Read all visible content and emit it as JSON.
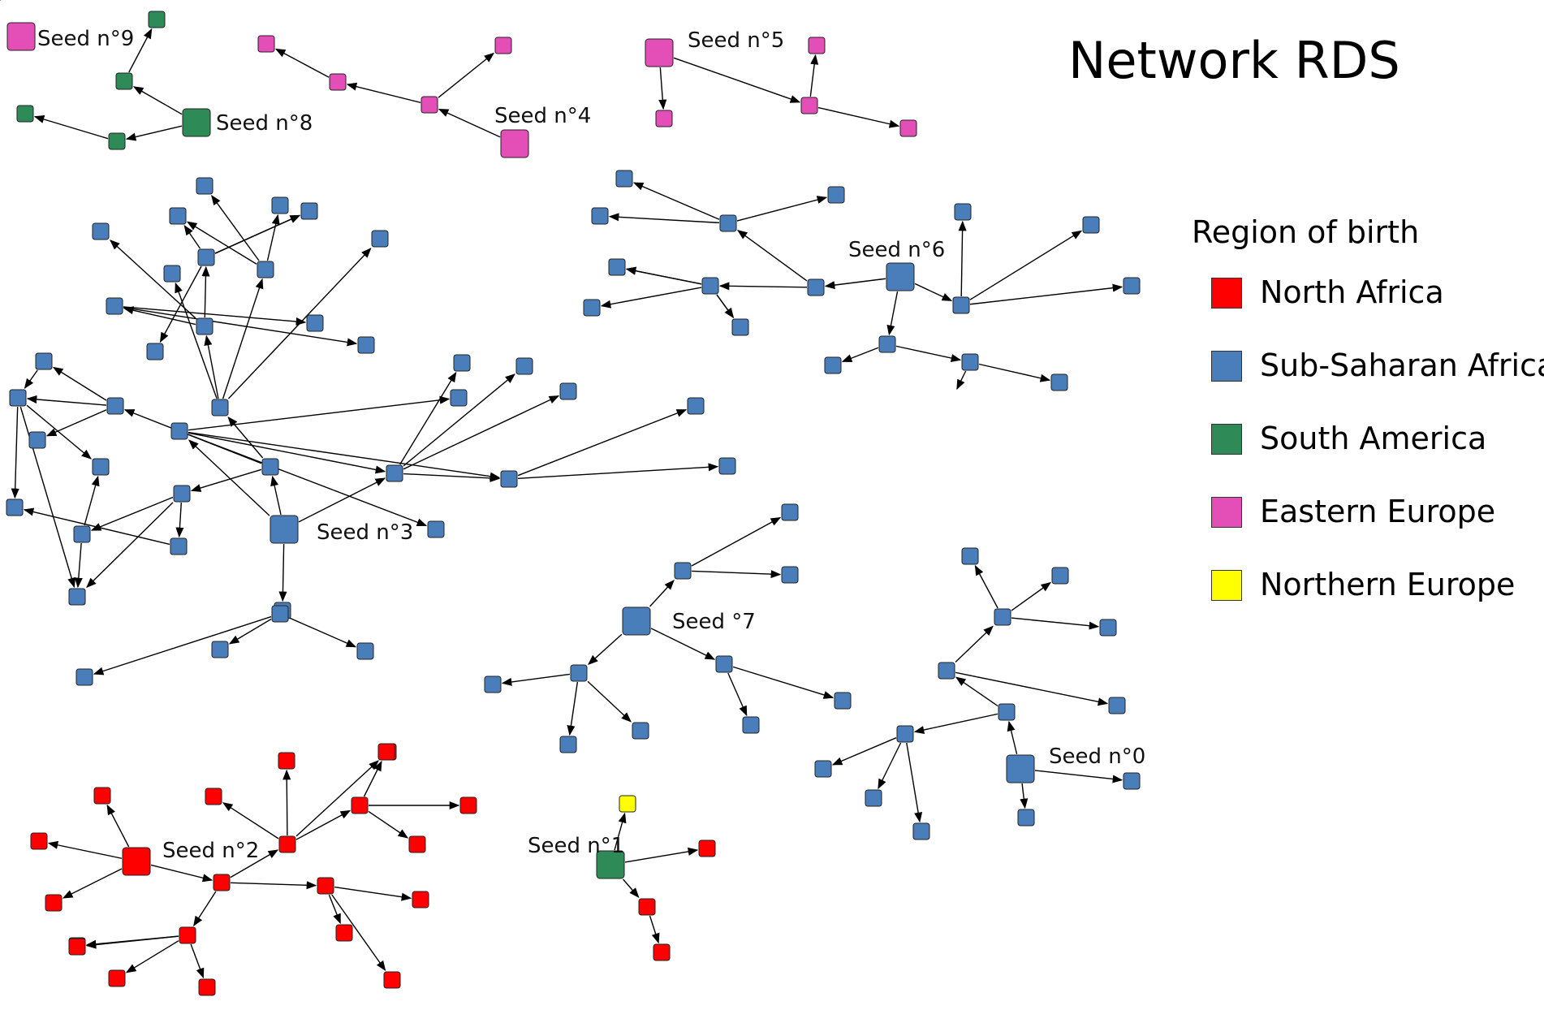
{
  "title": "Network RDS",
  "legend": {
    "title": "Region of birth",
    "items": [
      {
        "key": "NA",
        "label": "North Africa",
        "color": "#ff0000"
      },
      {
        "key": "SSA",
        "label": "Sub-Saharan Africa",
        "color": "#4a7ebb"
      },
      {
        "key": "SAM",
        "label": "South America",
        "color": "#2e8b57"
      },
      {
        "key": "EE",
        "label": "Eastern Europe",
        "color": "#e34fb6"
      },
      {
        "key": "NE",
        "label": "Northern Europe",
        "color": "#ffff00"
      }
    ]
  },
  "seeds": [
    {
      "id": "s9",
      "label": "Seed n°9"
    },
    {
      "id": "s8",
      "label": "Seed n°8"
    },
    {
      "id": "s4",
      "label": "Seed n°4"
    },
    {
      "id": "s5",
      "label": "Seed n°5"
    },
    {
      "id": "s6",
      "label": "Seed n°6"
    },
    {
      "id": "s3",
      "label": "Seed n°3"
    },
    {
      "id": "s7",
      "label": "Seed °7"
    },
    {
      "id": "s0",
      "label": "Seed n°0"
    },
    {
      "id": "s2",
      "label": "Seed n°2"
    },
    {
      "id": "s1",
      "label": "Seed n°1"
    }
  ],
  "nodes": [
    {
      "id": "s9",
      "region": "EE",
      "seed": true
    },
    {
      "id": "s8",
      "region": "SAM",
      "seed": true
    },
    {
      "id": "g1",
      "region": "SAM"
    },
    {
      "id": "g2",
      "region": "SAM"
    },
    {
      "id": "g3",
      "region": "SAM"
    },
    {
      "id": "g4",
      "region": "SAM"
    },
    {
      "id": "s4",
      "region": "EE",
      "seed": true
    },
    {
      "id": "p1",
      "region": "EE"
    },
    {
      "id": "p2",
      "region": "EE"
    },
    {
      "id": "p3",
      "region": "EE"
    },
    {
      "id": "p4",
      "region": "EE"
    },
    {
      "id": "s5",
      "region": "EE",
      "seed": true
    },
    {
      "id": "p5",
      "region": "EE"
    },
    {
      "id": "p6",
      "region": "EE"
    },
    {
      "id": "p7",
      "region": "EE"
    },
    {
      "id": "p8",
      "region": "EE"
    },
    {
      "id": "s6",
      "region": "SSA",
      "seed": true
    },
    {
      "id": "b6a",
      "region": "SSA"
    },
    {
      "id": "b6b",
      "region": "SSA"
    },
    {
      "id": "b6c",
      "region": "SSA"
    },
    {
      "id": "b6d",
      "region": "SSA"
    },
    {
      "id": "b6e",
      "region": "SSA"
    },
    {
      "id": "b6f",
      "region": "SSA"
    },
    {
      "id": "b6g",
      "region": "SSA"
    },
    {
      "id": "b6h",
      "region": "SSA"
    },
    {
      "id": "b6i",
      "region": "SSA"
    },
    {
      "id": "b6j",
      "region": "SSA"
    },
    {
      "id": "b6k",
      "region": "SSA"
    },
    {
      "id": "b6l",
      "region": "SSA"
    },
    {
      "id": "b6m",
      "region": "SSA"
    },
    {
      "id": "b6n",
      "region": "SSA"
    },
    {
      "id": "b6o",
      "region": "SSA"
    },
    {
      "id": "b6p",
      "region": "SSA"
    },
    {
      "id": "b6q",
      "region": "SSA"
    },
    {
      "id": "b6r",
      "region": "SSA"
    },
    {
      "id": "b6s",
      "region": "SSA"
    },
    {
      "id": "b6t",
      "region": "SSA"
    },
    {
      "id": "s3",
      "region": "SSA",
      "seed": true
    },
    {
      "id": "c1",
      "region": "SSA"
    },
    {
      "id": "c2",
      "region": "SSA"
    },
    {
      "id": "c3",
      "region": "SSA"
    },
    {
      "id": "c4",
      "region": "SSA"
    },
    {
      "id": "c5",
      "region": "SSA"
    },
    {
      "id": "c6",
      "region": "SSA"
    },
    {
      "id": "c7",
      "region": "SSA"
    },
    {
      "id": "c8",
      "region": "SSA"
    },
    {
      "id": "c9",
      "region": "SSA"
    },
    {
      "id": "c10",
      "region": "SSA"
    },
    {
      "id": "c11",
      "region": "SSA"
    },
    {
      "id": "c12",
      "region": "SSA"
    },
    {
      "id": "c13",
      "region": "SSA"
    },
    {
      "id": "c14",
      "region": "SSA"
    },
    {
      "id": "c15",
      "region": "SSA"
    },
    {
      "id": "c16",
      "region": "SSA"
    },
    {
      "id": "c17",
      "region": "SSA"
    },
    {
      "id": "c18",
      "region": "SSA"
    },
    {
      "id": "c19",
      "region": "SSA"
    },
    {
      "id": "c20",
      "region": "SSA"
    },
    {
      "id": "c21",
      "region": "SSA"
    },
    {
      "id": "c22",
      "region": "SSA"
    },
    {
      "id": "c23",
      "region": "SSA"
    },
    {
      "id": "c24",
      "region": "SSA"
    },
    {
      "id": "c25",
      "region": "SSA"
    },
    {
      "id": "c26",
      "region": "SSA"
    },
    {
      "id": "c27",
      "region": "SSA"
    },
    {
      "id": "c28",
      "region": "SSA"
    },
    {
      "id": "c29",
      "region": "SSA"
    },
    {
      "id": "c30",
      "region": "SSA"
    },
    {
      "id": "c31",
      "region": "SSA"
    },
    {
      "id": "c32",
      "region": "SSA"
    },
    {
      "id": "c33",
      "region": "SSA"
    },
    {
      "id": "c34",
      "region": "SSA"
    },
    {
      "id": "c35",
      "region": "SSA"
    },
    {
      "id": "c36",
      "region": "SSA"
    },
    {
      "id": "c37",
      "region": "SSA"
    },
    {
      "id": "c38",
      "region": "SSA"
    },
    {
      "id": "c39",
      "region": "SSA"
    },
    {
      "id": "c40",
      "region": "SSA"
    },
    {
      "id": "c41",
      "region": "SSA"
    },
    {
      "id": "c42",
      "region": "SSA"
    },
    {
      "id": "c43",
      "region": "SSA"
    },
    {
      "id": "c44",
      "region": "SSA"
    },
    {
      "id": "c45",
      "region": "SSA"
    },
    {
      "id": "c46",
      "region": "SSA"
    },
    {
      "id": "c47",
      "region": "SSA"
    },
    {
      "id": "c48",
      "region": "SSA"
    },
    {
      "id": "c49",
      "region": "SSA"
    },
    {
      "id": "c50",
      "region": "SSA"
    },
    {
      "id": "c51",
      "region": "SSA"
    },
    {
      "id": "c52",
      "region": "SSA"
    },
    {
      "id": "s7",
      "region": "SSA",
      "seed": true
    },
    {
      "id": "d1",
      "region": "SSA"
    },
    {
      "id": "d2",
      "region": "SSA"
    },
    {
      "id": "d3",
      "region": "SSA"
    },
    {
      "id": "d4",
      "region": "SSA"
    },
    {
      "id": "d5",
      "region": "SSA"
    },
    {
      "id": "d6",
      "region": "SSA"
    },
    {
      "id": "d7",
      "region": "SSA"
    },
    {
      "id": "d8",
      "region": "SSA"
    },
    {
      "id": "d9",
      "region": "SSA"
    },
    {
      "id": "d10",
      "region": "SSA"
    },
    {
      "id": "s0",
      "region": "SSA",
      "seed": true
    },
    {
      "id": "e1",
      "region": "SSA"
    },
    {
      "id": "e2",
      "region": "SSA"
    },
    {
      "id": "e3",
      "region": "SSA"
    },
    {
      "id": "e4",
      "region": "SSA"
    },
    {
      "id": "e5",
      "region": "SSA"
    },
    {
      "id": "e6",
      "region": "SSA"
    },
    {
      "id": "e7",
      "region": "SSA"
    },
    {
      "id": "e8",
      "region": "SSA"
    },
    {
      "id": "e9",
      "region": "SSA"
    },
    {
      "id": "e10",
      "region": "SSA"
    },
    {
      "id": "e11",
      "region": "SSA"
    },
    {
      "id": "e12",
      "region": "SSA"
    },
    {
      "id": "e13",
      "region": "SSA"
    },
    {
      "id": "s2",
      "region": "NA",
      "seed": true
    },
    {
      "id": "r1",
      "region": "NA"
    },
    {
      "id": "r2",
      "region": "NA"
    },
    {
      "id": "r3",
      "region": "NA"
    },
    {
      "id": "r4",
      "region": "NA"
    },
    {
      "id": "r5",
      "region": "NA"
    },
    {
      "id": "r6",
      "region": "NA"
    },
    {
      "id": "r7",
      "region": "NA"
    },
    {
      "id": "r8",
      "region": "NA"
    },
    {
      "id": "r9",
      "region": "NA"
    },
    {
      "id": "r10",
      "region": "NA"
    },
    {
      "id": "r11",
      "region": "NA"
    },
    {
      "id": "r12",
      "region": "NA"
    },
    {
      "id": "r13",
      "region": "NA"
    },
    {
      "id": "r14",
      "region": "NA"
    },
    {
      "id": "r15",
      "region": "NA"
    },
    {
      "id": "r16",
      "region": "NA"
    },
    {
      "id": "r17",
      "region": "NA"
    },
    {
      "id": "r18",
      "region": "NA"
    },
    {
      "id": "r19",
      "region": "NA"
    },
    {
      "id": "r20",
      "region": "NA"
    },
    {
      "id": "r21",
      "region": "NA"
    },
    {
      "id": "s1",
      "region": "SAM",
      "seed": true
    },
    {
      "id": "y1",
      "region": "NE"
    },
    {
      "id": "f1",
      "region": "NA"
    },
    {
      "id": "f2",
      "region": "NA"
    },
    {
      "id": "f3",
      "region": "NA"
    }
  ],
  "edges": [
    [
      "s8",
      "g1"
    ],
    [
      "g1",
      "g2"
    ],
    [
      "s8",
      "g3"
    ],
    [
      "g3",
      "g4"
    ],
    [
      "s4",
      "p1"
    ],
    [
      "p1",
      "p2"
    ],
    [
      "p2",
      "p3"
    ],
    [
      "p1",
      "p4"
    ],
    [
      "s5",
      "p5"
    ],
    [
      "s5",
      "p6"
    ],
    [
      "p6",
      "p7"
    ],
    [
      "p6",
      "p8"
    ],
    [
      "s6",
      "b6a"
    ],
    [
      "s6",
      "b6b"
    ],
    [
      "s6",
      "b6c"
    ],
    [
      "b6a",
      "b6d"
    ],
    [
      "b6a",
      "b6e"
    ],
    [
      "b6d",
      "b6f"
    ],
    [
      "b6d",
      "b6g"
    ],
    [
      "b6d",
      "b6h"
    ],
    [
      "b6e",
      "b6i"
    ],
    [
      "b6e",
      "b6j"
    ],
    [
      "b6e",
      "b6k"
    ],
    [
      "b6e",
      "b6l"
    ],
    [
      "b6e",
      "b6m"
    ],
    [
      "b6b",
      "b6n"
    ],
    [
      "b6b",
      "b6o"
    ],
    [
      "b6b",
      "b6p"
    ],
    [
      "b6b",
      "b6q"
    ],
    [
      "b6c",
      "b6r"
    ],
    [
      "b6c",
      "b6s"
    ],
    [
      "b6r",
      "b6t"
    ],
    [
      "b6r",
      "b6u"
    ],
    [
      "s3",
      "c1"
    ],
    [
      "s3",
      "c2"
    ],
    [
      "s3",
      "c3"
    ],
    [
      "c1",
      "c4"
    ],
    [
      "c1",
      "c5"
    ],
    [
      "c1",
      "c6"
    ],
    [
      "c4",
      "c7"
    ],
    [
      "c4",
      "c8"
    ],
    [
      "c4",
      "c9"
    ],
    [
      "c4",
      "c10"
    ],
    [
      "c8",
      "c11"
    ],
    [
      "c8",
      "c12"
    ],
    [
      "c8",
      "c13"
    ],
    [
      "c7",
      "c14"
    ],
    [
      "c7",
      "c15"
    ],
    [
      "c7",
      "c16"
    ],
    [
      "c15",
      "c17"
    ],
    [
      "c15",
      "c18"
    ],
    [
      "c16",
      "c19"
    ],
    [
      "c16",
      "c20"
    ],
    [
      "c15",
      "c21"
    ],
    [
      "c15",
      "c22"
    ],
    [
      "c5",
      "c23"
    ],
    [
      "c5",
      "c24"
    ],
    [
      "c5",
      "c25"
    ],
    [
      "c23",
      "c26"
    ],
    [
      "c23",
      "c27"
    ],
    [
      "c24",
      "c28"
    ],
    [
      "c24",
      "c29"
    ],
    [
      "c24",
      "c30"
    ],
    [
      "c6",
      "c31"
    ],
    [
      "c6",
      "c32"
    ],
    [
      "c6",
      "c33"
    ],
    [
      "c32",
      "c34"
    ],
    [
      "c32",
      "c35"
    ],
    [
      "c31",
      "c36"
    ],
    [
      "c31",
      "c37"
    ],
    [
      "c3",
      "c38"
    ],
    [
      "c3",
      "c39"
    ],
    [
      "c3",
      "c40"
    ],
    [
      "c3",
      "c41"
    ],
    [
      "c2",
      "c42"
    ],
    [
      "c42",
      "c43"
    ],
    [
      "c42",
      "c44"
    ],
    [
      "c42",
      "c45"
    ],
    [
      "s3",
      "c46"
    ],
    [
      "c46",
      "c47"
    ],
    [
      "c46",
      "c48"
    ],
    [
      "c46",
      "c49"
    ],
    [
      "c46",
      "c50"
    ],
    [
      "c49",
      "c51"
    ],
    [
      "c49",
      "c52"
    ],
    [
      "s7",
      "d1"
    ],
    [
      "s7",
      "d2"
    ],
    [
      "s7",
      "d3"
    ],
    [
      "d1",
      "d4"
    ],
    [
      "d1",
      "d5"
    ],
    [
      "d2",
      "d6"
    ],
    [
      "d2",
      "d7"
    ],
    [
      "d2",
      "d8"
    ],
    [
      "d3",
      "d9"
    ],
    [
      "d3",
      "d10"
    ],
    [
      "s0",
      "e1"
    ],
    [
      "s0",
      "e2"
    ],
    [
      "s0",
      "e3"
    ],
    [
      "e1",
      "e4"
    ],
    [
      "e1",
      "e5"
    ],
    [
      "e4",
      "e6"
    ],
    [
      "e4",
      "e7"
    ],
    [
      "e6",
      "e8"
    ],
    [
      "e6",
      "e9"
    ],
    [
      "e6",
      "e10"
    ],
    [
      "e5",
      "e11"
    ],
    [
      "e5",
      "e12"
    ],
    [
      "e5",
      "e13"
    ],
    [
      "s2",
      "r1"
    ],
    [
      "s2",
      "r2"
    ],
    [
      "s2",
      "r3"
    ],
    [
      "s2",
      "r4"
    ],
    [
      "r4",
      "r5"
    ],
    [
      "r4",
      "r6"
    ],
    [
      "r4",
      "r7"
    ],
    [
      "r5",
      "r8"
    ],
    [
      "r5",
      "r9"
    ],
    [
      "r5",
      "r10"
    ],
    [
      "r5",
      "r11"
    ],
    [
      "r8",
      "r12"
    ],
    [
      "r8",
      "r13"
    ],
    [
      "r8",
      "r14"
    ],
    [
      "r6",
      "r15"
    ],
    [
      "r6",
      "r16"
    ],
    [
      "r6",
      "r17"
    ],
    [
      "r6",
      "r18"
    ],
    [
      "r7",
      "r19"
    ],
    [
      "r7",
      "r20"
    ],
    [
      "r7",
      "r21"
    ],
    [
      "s1",
      "y1"
    ],
    [
      "s1",
      "f1"
    ],
    [
      "s1",
      "f2"
    ],
    [
      "f2",
      "f3"
    ]
  ]
}
